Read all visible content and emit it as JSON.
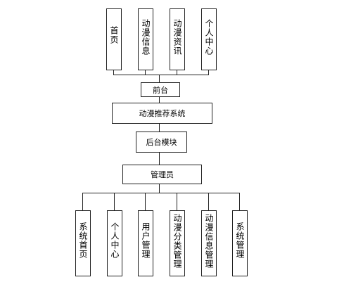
{
  "diagram": {
    "front_pages": [
      "首页",
      "动漫信息",
      "动漫资讯",
      "个人中心"
    ],
    "front_label": "前台",
    "system_label": "动漫推荐系统",
    "backend_label": "后台模块",
    "admin_label": "管理员",
    "admin_pages": [
      "系统首页",
      "个人中心",
      "用户管理",
      "动漫分类管理",
      "动漫信息管理",
      "系统管理"
    ]
  }
}
